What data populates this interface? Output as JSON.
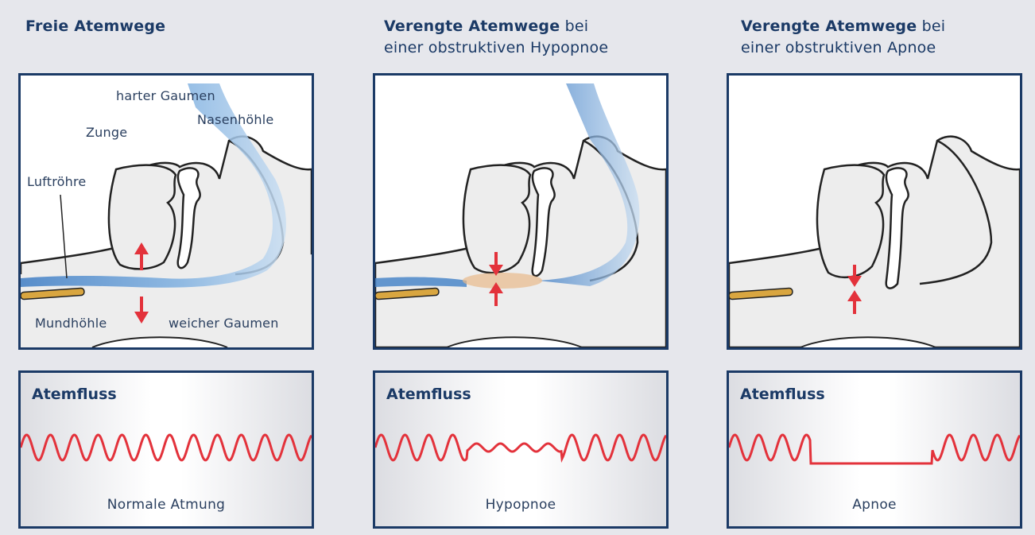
{
  "columns": [
    {
      "title_bold": "Freie Atemwege",
      "title_rest": "",
      "title_line2": "",
      "flow_title": "Atemfluss",
      "flow_caption": "Normale Atmung"
    },
    {
      "title_bold": "Verengte Atemwege",
      "title_rest": " bei",
      "title_line2": "einer obstruktiven Hypopnoe",
      "flow_title": "Atemfluss",
      "flow_caption": "Hypopnoe"
    },
    {
      "title_bold": "Verengte Atemwege",
      "title_rest": " bei",
      "title_line2": "einer obstruktiven Apnoe",
      "flow_title": "Atemfluss",
      "flow_caption": "Apnoe"
    }
  ],
  "labels": {
    "hard_palate": "harter Gaumen",
    "nasal_cavity": "Nasenhöhle",
    "tongue": "Zunge",
    "trachea": "Luftröhre",
    "oral_cavity": "Mundhöhle",
    "soft_palate": "weicher Gaumen"
  },
  "colors": {
    "frame": "#1b3a66",
    "airflow": "#4a86c8",
    "arrow": "#e3323b",
    "wave": "#e3323b",
    "tissue": "#ededed",
    "tube": "#d9a640"
  }
}
